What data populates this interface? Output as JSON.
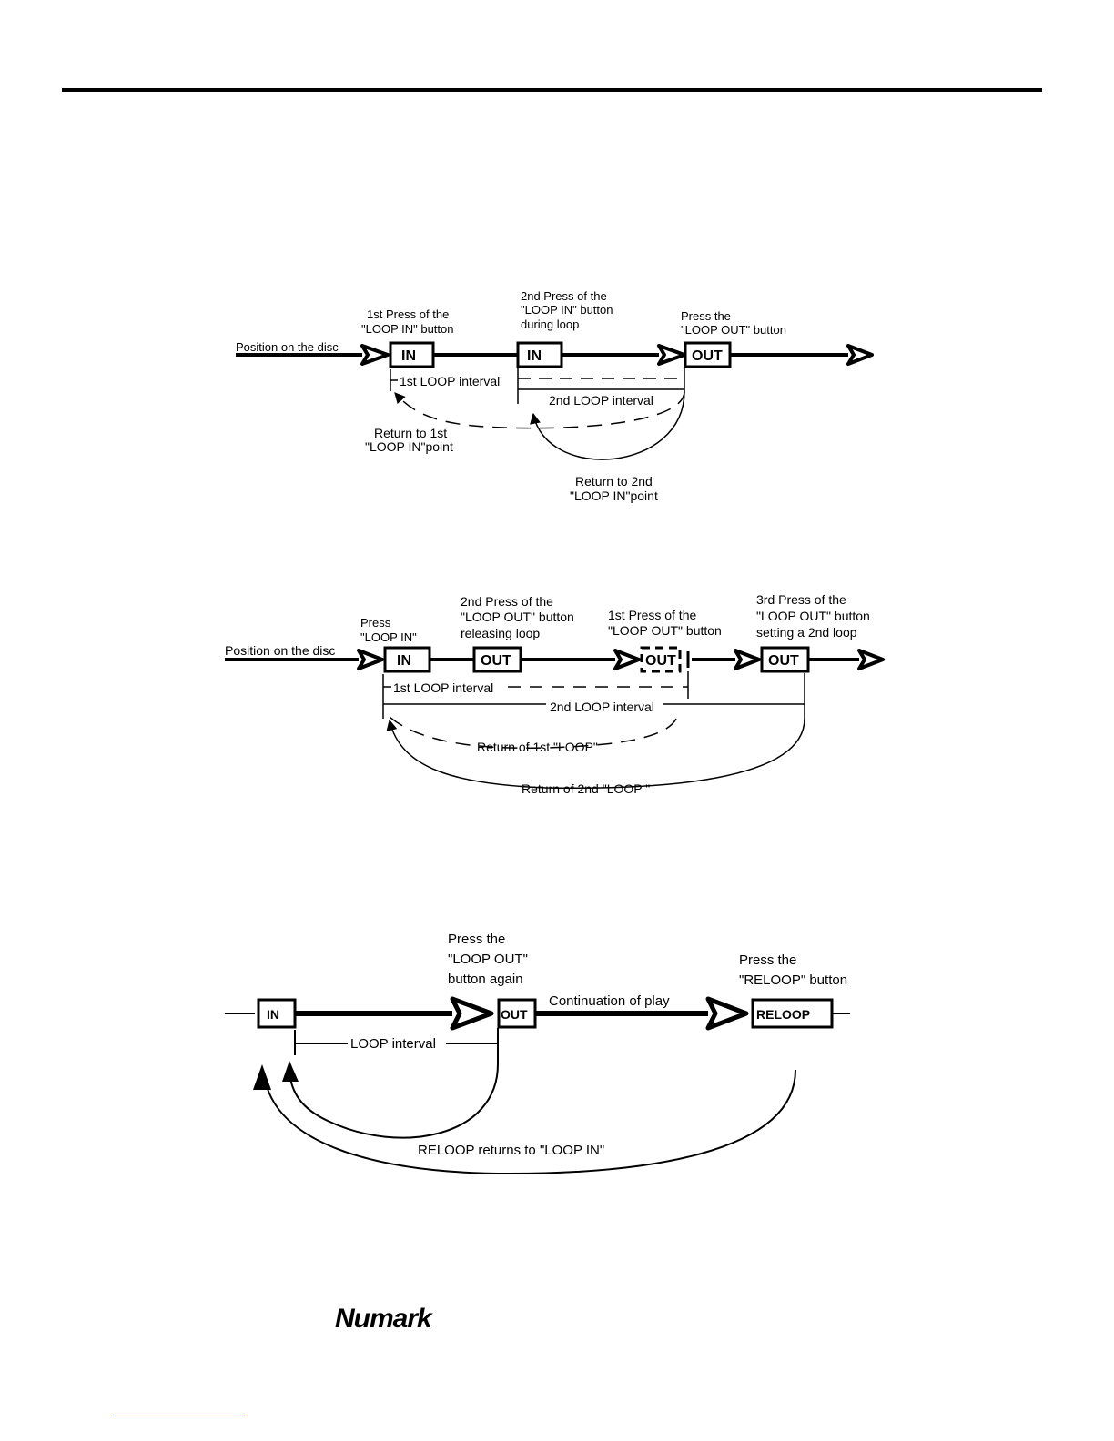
{
  "diagram1": {
    "position_label": "Position on the disc",
    "in1_box": "IN",
    "in2_box": "IN",
    "out_box": "OUT",
    "first_press": [
      "1st Press of the",
      "\"LOOP IN\" button"
    ],
    "second_press": [
      "2nd Press of the",
      "\"LOOP IN\" button",
      "during loop"
    ],
    "press_out": [
      "Press the",
      "\"LOOP OUT\" button"
    ],
    "first_interval": "1st LOOP interval",
    "second_interval": "2nd LOOP interval",
    "return_first": [
      "Return to 1st",
      "\"LOOP IN\"point"
    ],
    "return_second": [
      "Return to 2nd",
      "\"LOOP IN\"point"
    ]
  },
  "diagram2": {
    "position_label": "Position on the disc",
    "in_box": "IN",
    "out_box_1": "OUT",
    "out_box_2": "OUT",
    "out_box_3": "OUT",
    "press_in": [
      "Press",
      "\"LOOP IN\""
    ],
    "second_press": [
      "2nd Press of the",
      "\"LOOP OUT\" button",
      "releasing loop"
    ],
    "first_press": [
      "1st Press of the",
      "\"LOOP OUT\" button"
    ],
    "third_press": [
      "3rd Press of the",
      "\"LOOP OUT\" button",
      "setting a 2nd loop"
    ],
    "first_interval": "1st LOOP interval",
    "second_interval": "2nd LOOP interval",
    "return_first": "Return of 1st \"LOOP\"",
    "return_second": "Return of 2nd \"LOOP \""
  },
  "diagram3": {
    "in_box": "IN",
    "out_box": "OUT",
    "reloop_box": "RELOOP",
    "press_out": [
      "Press the",
      "\"LOOP OUT\"",
      "button again"
    ],
    "continuation": "Continuation of play",
    "press_reloop": [
      "Press the",
      "\"RELOOP\" button"
    ],
    "loop_interval": "LOOP interval",
    "reloop_returns": "RELOOP returns to \"LOOP IN\""
  },
  "footer": {
    "logo": "Numark"
  }
}
